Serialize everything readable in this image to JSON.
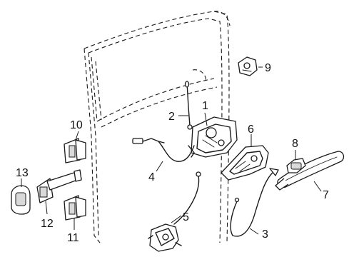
{
  "callouts": {
    "c1": "1",
    "c2": "2",
    "c3": "3",
    "c4": "4",
    "c5": "5",
    "c6": "6",
    "c7": "7",
    "c8": "8",
    "c9": "9",
    "c10": "10",
    "c11": "11",
    "c12": "12",
    "c13": "13"
  },
  "colors": {
    "line": "#1a1a1a",
    "background": "#ffffff",
    "part_fill": "#ffffff",
    "shade_fill": "#d9d9d9"
  }
}
